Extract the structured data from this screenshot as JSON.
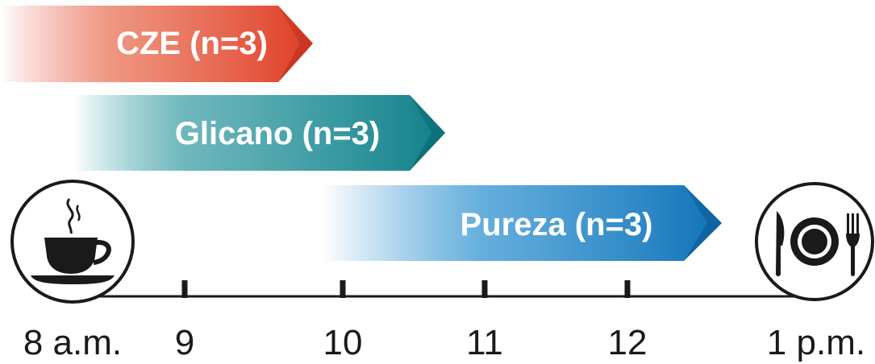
{
  "bars": [
    {
      "label": "CZE (n=3)",
      "color": "#e53b2e"
    },
    {
      "label": "Glicano (n=3)",
      "color": "#128a93"
    },
    {
      "label": "Pureza (n=3)",
      "color": "#1582c7"
    }
  ],
  "timeline": {
    "ticks": [
      "8 a.m.",
      "9",
      "10",
      "11",
      "12",
      "1 p.m."
    ],
    "start_icon": "coffee-cup-icon",
    "end_icon": "plate-cutlery-icon"
  }
}
